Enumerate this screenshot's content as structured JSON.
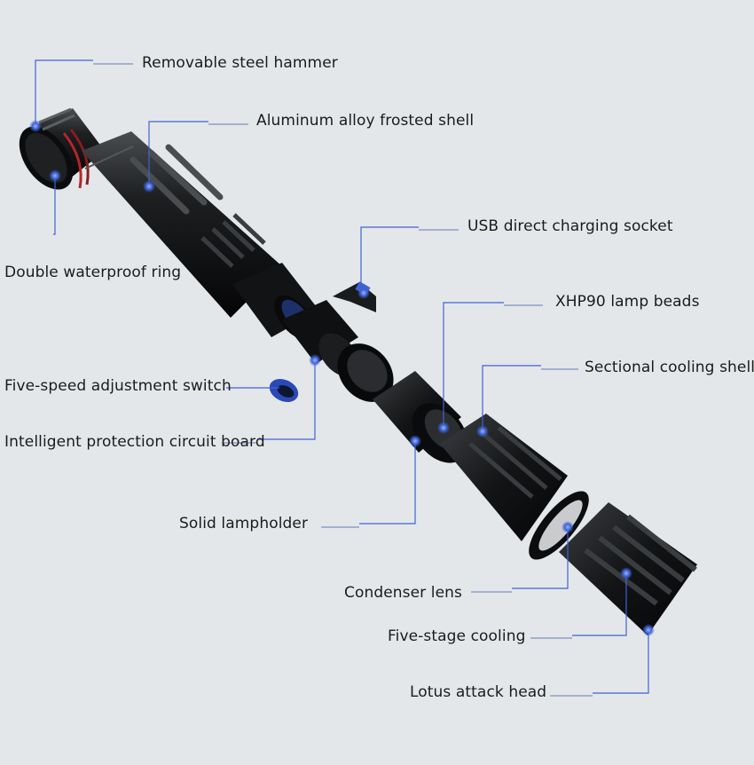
{
  "diagram": {
    "accent_color": "#3d63d6",
    "labels": {
      "removable_steel_hammer": "Removable steel hammer",
      "aluminum_alloy_frosted_shell": "Aluminum alloy frosted shell",
      "usb_direct_charging_socket": "USB direct charging socket",
      "double_waterproof_ring": "Double waterproof ring",
      "xhp90_lamp_beads": "XHP90 lamp beads",
      "sectional_cooling_shell": "Sectional cooling shell",
      "five_speed_adjustment_switch": "Five-speed adjustment switch",
      "intelligent_protection_circuit_board": "Intelligent protection circuit board",
      "solid_lampholder": "Solid lampholder",
      "condenser_lens": "Condenser lens",
      "five_stage_cooling": "Five-stage cooling",
      "lotus_attack_head": "Lotus attack head"
    }
  }
}
